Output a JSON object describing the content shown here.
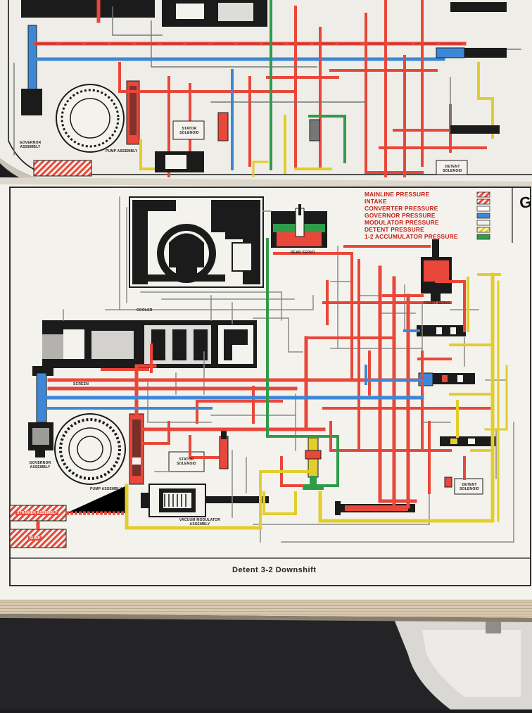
{
  "legend": {
    "items": [
      {
        "label": "MAINLINE PRESSURE",
        "color": "#e8473a",
        "pattern": "stripe-red"
      },
      {
        "label": "INTAKE",
        "color": "#e8473a",
        "pattern": "stripe-red-light"
      },
      {
        "label": "CONVERTER PRESSURE",
        "color": "#ffffff",
        "pattern": "outline"
      },
      {
        "label": "GOVERNOR PRESSURE",
        "color": "#3d88d6",
        "pattern": "solid-blue"
      },
      {
        "label": "MODULATOR PRESSURE",
        "color": "#ffffff",
        "pattern": "outline-gray"
      },
      {
        "label": "DETENT PRESSURE",
        "color": "#e8d22e",
        "pattern": "stripe-yellow"
      },
      {
        "label": "1-2 ACCUMULATOR PRESSURE",
        "color": "#2f9c4a",
        "pattern": "solid-green"
      }
    ]
  },
  "brand": {
    "text": "GM PRO"
  },
  "caption": {
    "text": "Detent  3-2  Downshift"
  },
  "labels": {
    "rear_servo": "REAR SERVO",
    "front_servo": "FRONT SERVO",
    "cooler": "COOLER",
    "screen": "SCREEN",
    "governor_assembly": "GOVERNOR ASSEMBLY",
    "pump_assembly": "PUMP ASSEMBLY",
    "stator_solenoid": "STATOR SOLENOID",
    "vacuum_modulator": "VACUUM MODULATOR ASSEMBLY",
    "strainer_assembly": "STRAINER ASSEMBLY",
    "sump": "SUMP",
    "detent_solenoid": "DETENT SOLENOID",
    "top_governor": "GOVERNOR ASSEMBLY",
    "top_pump": "PUMP ASSEMBLY",
    "top_stator": "STATOR SOLENOID",
    "top_detent": "DETENT SOLENOID"
  },
  "colors": {
    "mainline": "#e8473a",
    "governor": "#3d88d6",
    "detent": "#e8d22e",
    "accumulator": "#2f9c4a",
    "paper": "#f3f1ec",
    "ink": "#1b1b1b"
  }
}
